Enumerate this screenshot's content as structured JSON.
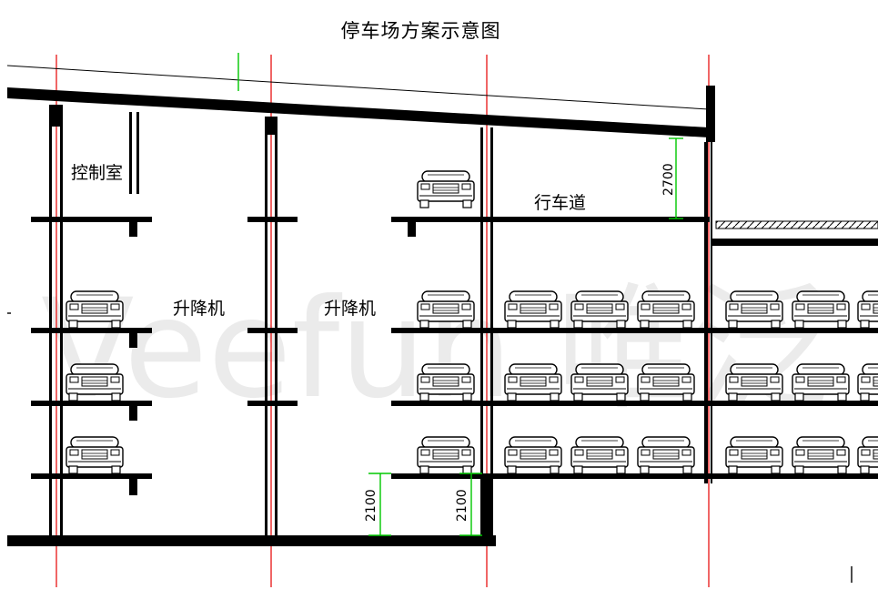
{
  "title": "停车场方案示意图",
  "labels": {
    "control_room": "控制室",
    "lift_left": "升降机",
    "lift_right": "升降机",
    "driveway": "行车道"
  },
  "dimensions": {
    "top_clearance": "2700",
    "bottom_left": "2100",
    "bottom_right": "2100"
  },
  "watermark": "Veefun 唯泛",
  "colors": {
    "structure": "#000000",
    "axis_line": "#e60000",
    "dimension": "#00c800",
    "watermark": "#c8c8c8"
  }
}
